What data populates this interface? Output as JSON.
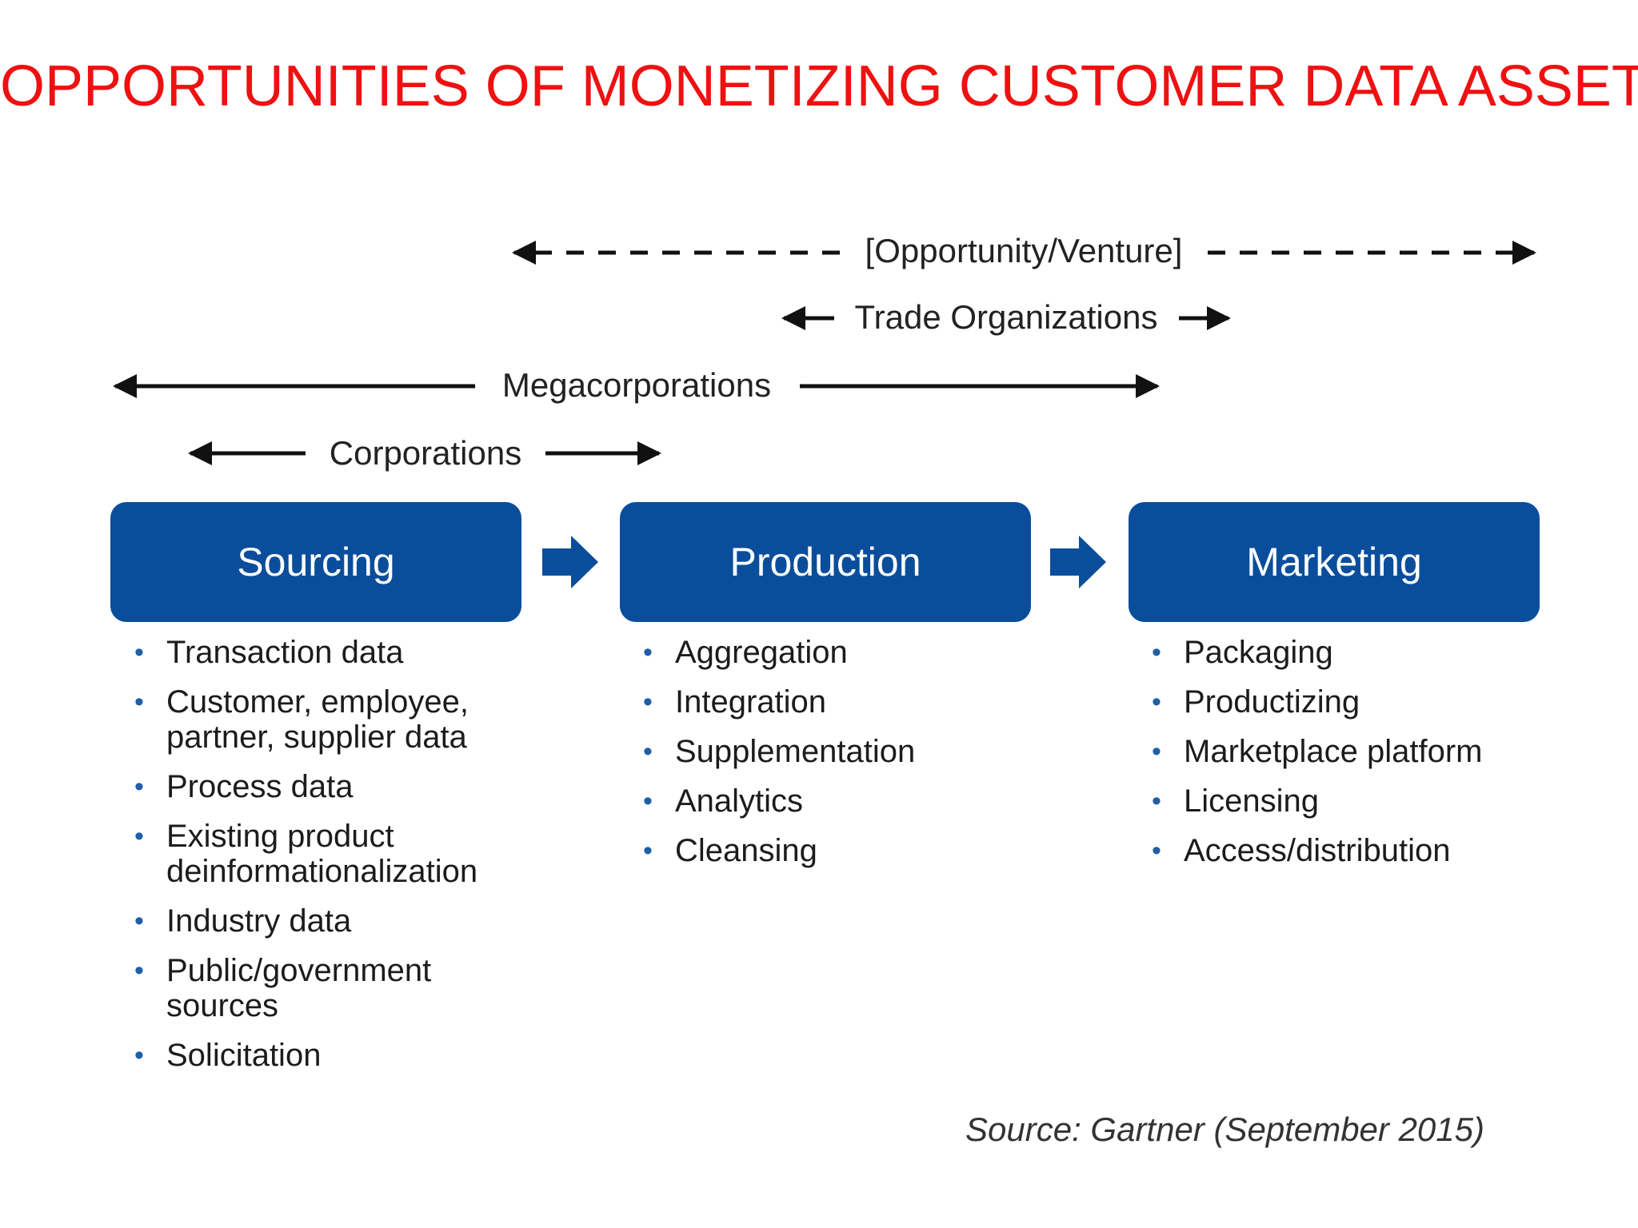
{
  "title": "OPPORTUNITIES OF MONETIZING CUSTOMER DATA ASSETS",
  "ranges": {
    "opportunity": "[Opportunity/Venture]",
    "trade": "Trade Organizations",
    "mega": "Megacorporations",
    "corporations": "Corporations"
  },
  "stages": [
    {
      "label": "Sourcing",
      "items": [
        "Transaction data",
        "Customer, employee,\npartner, supplier data",
        "Process data",
        "Existing product\ndeinformationalization",
        "Industry data",
        "Public/government\nsources",
        "Solicitation"
      ]
    },
    {
      "label": "Production",
      "items": [
        "Aggregation",
        "Integration",
        "Supplementation",
        "Analytics",
        "Cleansing"
      ]
    },
    {
      "label": "Marketing",
      "items": [
        "Packaging",
        "Productizing",
        "Marketplace platform",
        "Licensing",
        "Access/distribution"
      ]
    }
  ],
  "source": "Source: Gartner (September 2015)",
  "colors": {
    "title": "#ee1111",
    "stage_box": "#0a4e9b",
    "bullet": "#1f5fa8"
  }
}
